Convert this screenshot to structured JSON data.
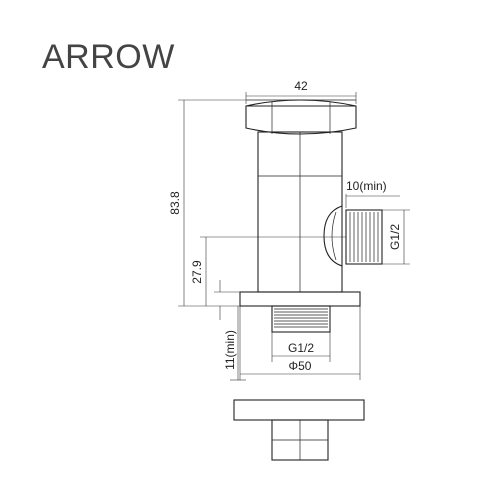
{
  "brand": {
    "name": "ARROW"
  },
  "dimensions": {
    "top_width": "42",
    "total_height": "83.8",
    "outlet_depth": "10(min)",
    "outlet_thread": "G1/2",
    "outlet_height": "27.9",
    "bottom_thread": "G1/2",
    "thread_length": "11(min)",
    "flange_diameter": "Φ50"
  },
  "colors": {
    "line": "#222222",
    "brand_text": "#444444",
    "background": "#ffffff"
  }
}
